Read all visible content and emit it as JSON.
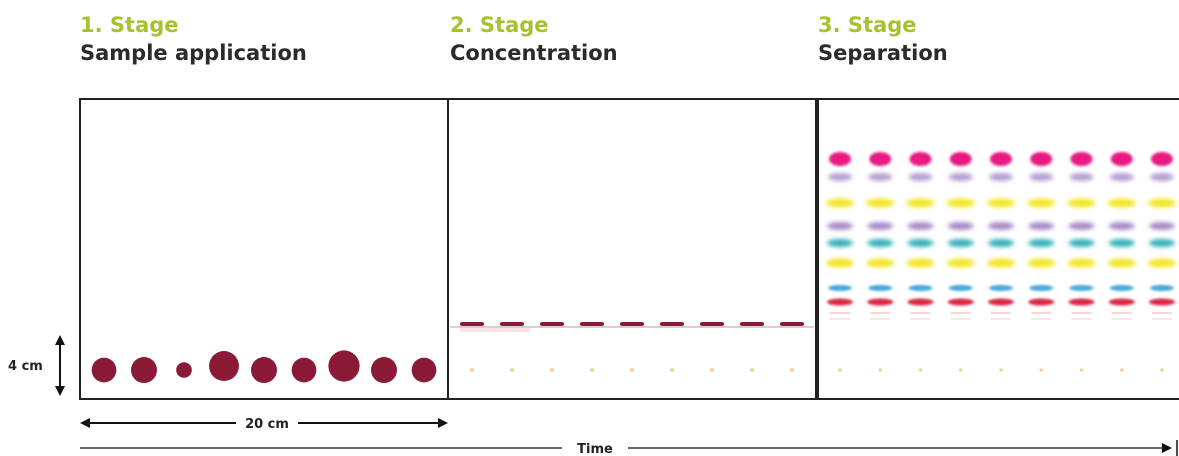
{
  "stages": [
    {
      "number": "1. Stage",
      "name": "Sample application"
    },
    {
      "number": "2. Stage",
      "name": "Concentration"
    },
    {
      "number": "3. Stage",
      "name": "Separation"
    }
  ],
  "measurements": {
    "height": "4 cm",
    "width": "20 cm",
    "time": "Time"
  },
  "colors": {
    "accent": "#a6c22e",
    "spot": "#8a1a35",
    "band_magenta": "#e8087c",
    "band_purple": "#a486c6",
    "band_yellow": "#f2e51a",
    "band_cyan": "#2aaeb5",
    "band_blue": "#3aa3d8",
    "band_red": "#d81c3a"
  },
  "stage1_spots": {
    "count": 9,
    "relative_sizes": [
      0.95,
      1.0,
      0.6,
      1.15,
      1.0,
      0.95,
      1.2,
      1.0,
      0.95
    ]
  },
  "stage3_bands": [
    "magenta",
    "purple",
    "yellow",
    "purple",
    "cyan",
    "yellow",
    "blue",
    "red"
  ]
}
